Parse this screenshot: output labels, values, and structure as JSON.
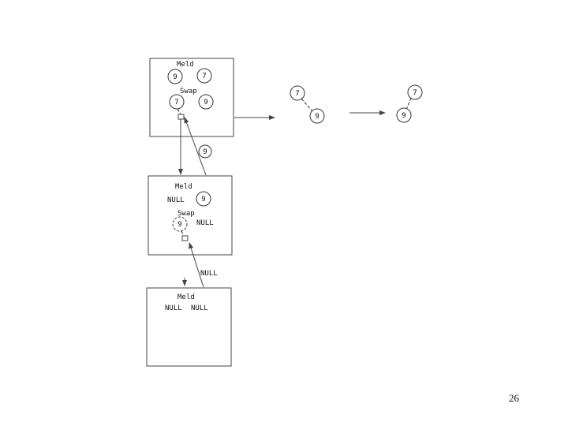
{
  "frames": [
    {
      "title": "Meld",
      "nodes": [
        "9",
        "7"
      ],
      "swap_label": "Swap",
      "swap_nodes": [
        "7",
        "9"
      ]
    },
    {
      "title": "Meld",
      "nodes": [
        "NULL",
        "9"
      ],
      "swap_label": "Swap",
      "swap_nodes": [
        "9",
        "NULL"
      ]
    },
    {
      "title": "Meld",
      "nodes": [
        "NULL",
        "NULL"
      ]
    }
  ],
  "return_values": [
    "9",
    "NULL"
  ],
  "result_trees": [
    {
      "root": "7",
      "child": "9"
    },
    {
      "root": "7",
      "child": "9"
    }
  ],
  "page_number": "26"
}
